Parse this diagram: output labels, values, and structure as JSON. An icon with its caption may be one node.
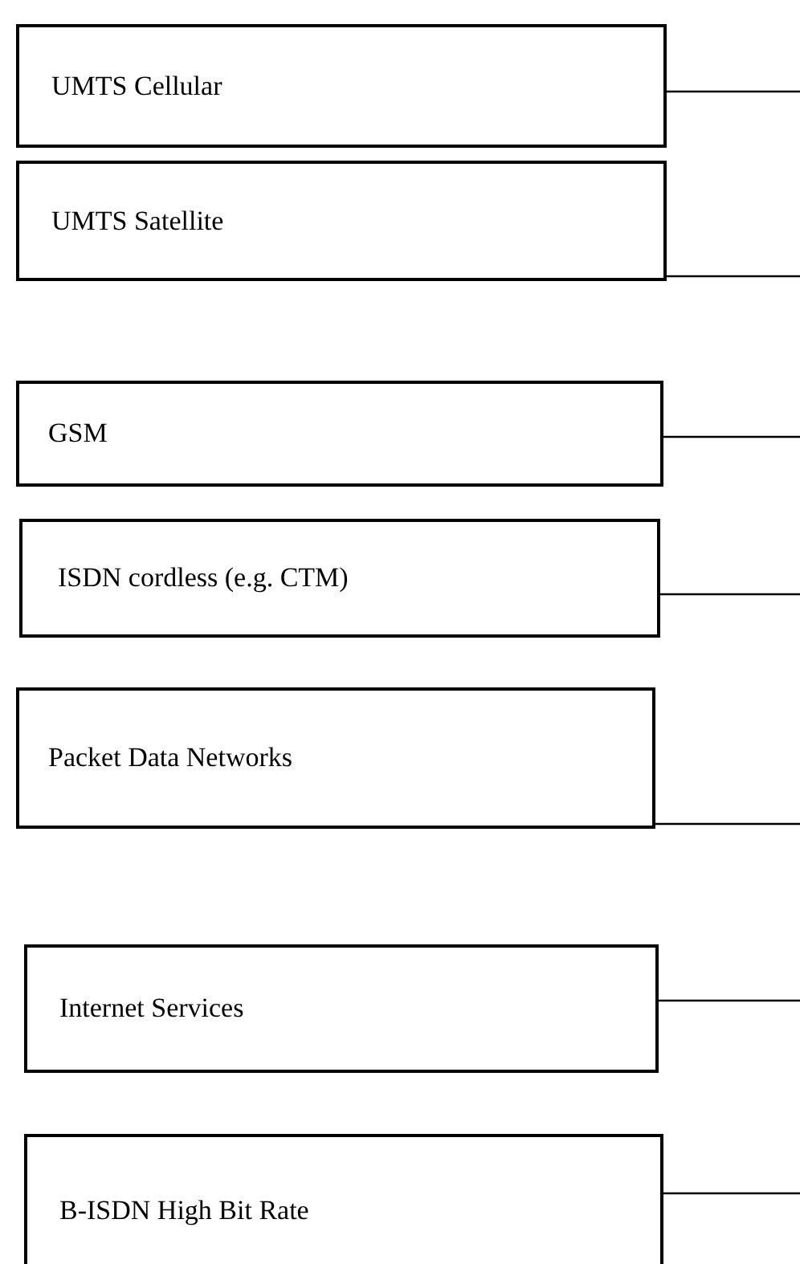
{
  "diagram": {
    "nodes": [
      {
        "text": [
          "UMTS Cellular"
        ]
      },
      {
        "text": [
          "UMTS Satellite"
        ]
      },
      {
        "text": [
          "GSM"
        ]
      },
      {
        "text": [
          "ISDN cordless (e.g. CTM)"
        ]
      },
      {
        "text": [
          "Packet Data Networks"
        ]
      },
      {
        "text": [
          "Internet Services"
        ]
      },
      {
        "text": [
          "B-ISDN High Bit Rate"
        ]
      }
    ],
    "edges": [
      {
        "from": 0,
        "to": null,
        "arrow": "none"
      },
      {
        "from": 1,
        "to": null,
        "arrow": "none"
      },
      {
        "from": 2,
        "to": null,
        "arrow": "none"
      },
      {
        "from": 3,
        "to": null,
        "arrow": "none"
      },
      {
        "from": 4,
        "to": null,
        "arrow": "none"
      },
      {
        "from": 5,
        "to": null,
        "arrow": "none"
      },
      {
        "from": 6,
        "to": null,
        "arrow": "none"
      }
    ]
  }
}
